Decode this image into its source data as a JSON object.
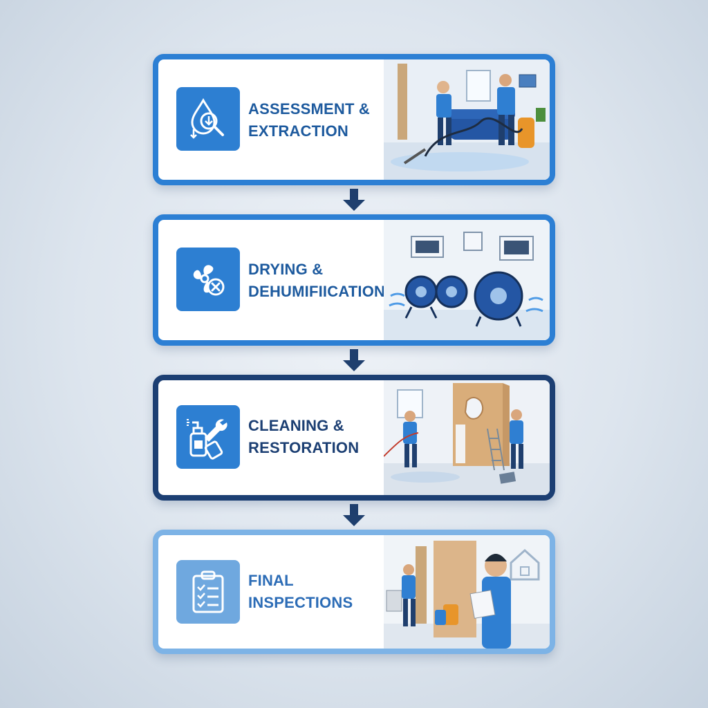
{
  "steps": [
    {
      "line1": "ASSESSMENT &",
      "line2": "EXTRACTION",
      "icon": "water-drop-search-icon"
    },
    {
      "line1": "DRYING &",
      "line2": "DEHUMIFIICATION",
      "icon": "fan-x-icon"
    },
    {
      "line1": "CLEANING &",
      "line2": "RESTORATION",
      "icon": "spray-wrench-icon"
    },
    {
      "line1": "FINAL",
      "line2": "INSPECTIONS",
      "icon": "clipboard-checklist-icon"
    }
  ],
  "colors": {
    "primary": "#2c7fd4",
    "dark": "#1c3f73",
    "light": "#7db3e6",
    "arrow": "#1f3f6e"
  }
}
